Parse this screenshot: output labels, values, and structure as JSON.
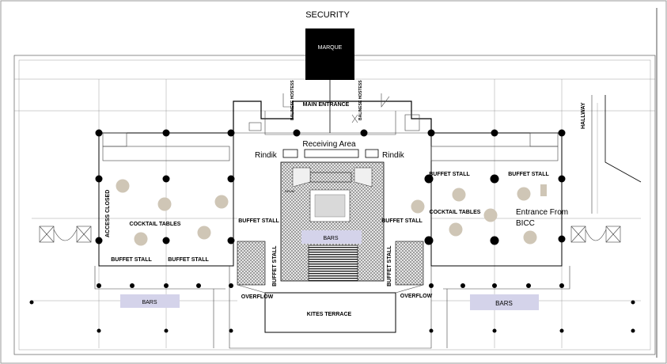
{
  "labels": {
    "security": "SECURITY",
    "marque": "MARQUE",
    "main_entrance": "MAIN ENTRANCE",
    "balinese_hostess_left": "BALINESE HOSTESS",
    "balinese_hostess_right": "BALINESE HOSTESS",
    "receiving_area": "Receiving Area",
    "rindik_left": "Rindik",
    "rindik_right": "Rindik",
    "hallway": "HALLWAY",
    "access_closed": "ACCESS CLOSED",
    "cocktail_tables_left": "COCKTAIL TABLES",
    "cocktail_tables_right": "COCKTAIL TABLES",
    "buffet_stall_top_right_1": "BUFFET STALL",
    "buffet_stall_top_right_2": "BUFFET STALL",
    "buffet_stall_center_left": "BUFFET STALL",
    "buffet_stall_center_right": "BUFFET STALL",
    "buffet_stall_bottom_left_1": "BUFFET STALL",
    "buffet_stall_bottom_left_2": "BUFFET STALL",
    "buffet_stall_vertical_left": "BUFFET STALL",
    "buffet_stall_vertical_right": "BUFFET STALL",
    "bars_center": "BARS",
    "bars_left": "BARS",
    "bars_right": "BARS",
    "overflow_left": "OVERFLOW",
    "overflow_right": "OVERFLOW",
    "kites_terrace": "KITES TERRACE",
    "entrance_from_line1": "Entrance From",
    "entrance_from_line2": "BICC",
    "drum": "DRUM"
  },
  "colors": {
    "bars_fill": "#d4d3ea",
    "table_fill": "#cfc6b6",
    "marque_fill": "#000000",
    "pattern_fill": "#8c8c8c"
  }
}
